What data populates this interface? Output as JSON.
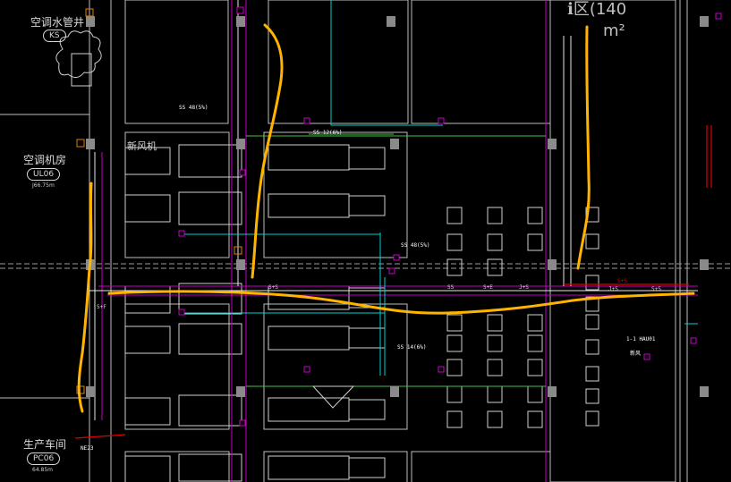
{
  "labels": {
    "water_shaft": "空调水管井",
    "water_shaft_tag": "KS",
    "ac_room": "空调机房",
    "ac_room_tag": "UL06",
    "ac_room_elev": "J66.75m",
    "workshop": "生产车间",
    "workshop_tag": "PC06",
    "workshop_elev": "64.85m",
    "air_handler": "新风机",
    "zone_area_tail": "ℹ区(140",
    "area_unit": "m²",
    "ahu_tag": "1-1 HAU01",
    "ahu_sub": "新风",
    "left_code": "NE23"
  },
  "pipe_labels": [
    "S+F",
    "S+S",
    "SS",
    "S+E",
    "J+S",
    "S+S",
    "J+S",
    "S+S"
  ],
  "small_notes": [
    "SS 48(5%)",
    "SS 12(6%)",
    "SS 48(5%)",
    "SS 14(6%)"
  ],
  "colors": {
    "background": "#000000",
    "grid_white": "#d0d0d0",
    "magenta_pipe": "#c800c8",
    "cyan_pipe": "#00d0d0",
    "green_pipe": "#40c040",
    "red_pipe": "#e00000",
    "annotation_yellow": "#ffb400"
  }
}
